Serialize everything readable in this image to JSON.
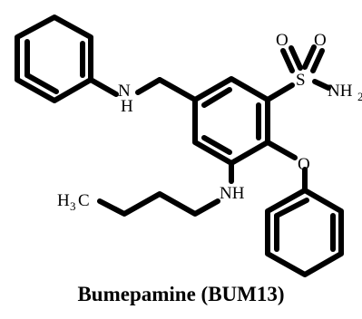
{
  "molecule": {
    "caption": "Bumepamine (BUM13)",
    "atoms": {
      "o_top_left": "O",
      "o_top_right": "O",
      "sulfur": "S",
      "nh2_n": "NH",
      "nh2_sub": "2",
      "benzylamine_n": "N",
      "benzylamine_h": "H",
      "ether_o": "O",
      "butylamine_nh": "NH",
      "methyl_h": "H",
      "methyl_sub": "3",
      "methyl_c": "C"
    }
  }
}
